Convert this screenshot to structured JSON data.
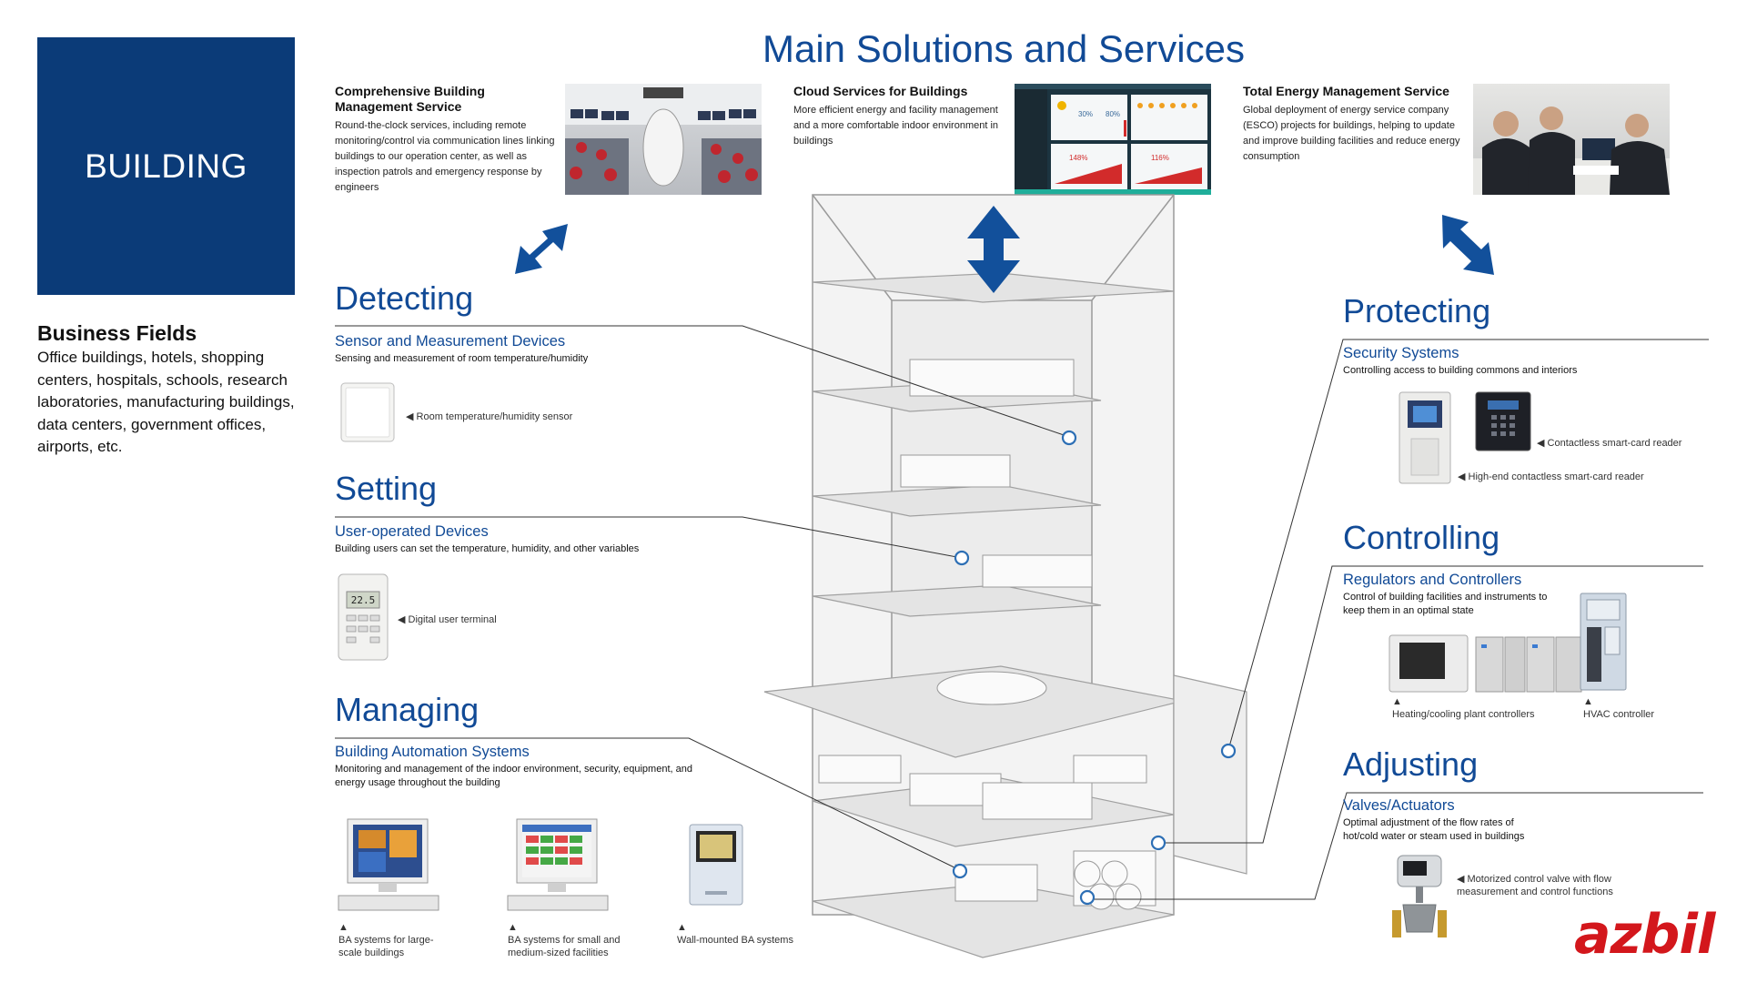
{
  "category_box": {
    "label": "BUILDING"
  },
  "business_fields": {
    "title": "Business Fields",
    "text": "Office buildings, hotels, shopping centers, hospitals, schools, research laboratories, manufacturing buildings, data centers, government offices, airports, etc."
  },
  "main_title": "Main Solutions and Services",
  "services": [
    {
      "title": "Comprehensive Building Management Service",
      "desc": "Round-the-clock services, including remote monitoring/control via communication lines linking buildings to our operation center, as well as inspection patrols and emergency response by engineers"
    },
    {
      "title": "Cloud Services for Buildings",
      "desc": "More efficient energy and facility management and a more comfortable indoor environment in buildings"
    },
    {
      "title": "Total Energy Management Service",
      "desc": "Global deployment of energy service company (ESCO) projects for buildings, helping to update and improve building facilities and reduce energy consumption"
    }
  ],
  "cloud_screen": {
    "values": [
      "30%",
      "80%",
      "148%",
      "116%"
    ]
  },
  "sections": {
    "detecting": {
      "heading": "Detecting",
      "subheading": "Sensor and Measurement Devices",
      "desc": "Sensing and measurement of room temperature/humidity",
      "captions": [
        "◀  Room temperature/humidity sensor"
      ]
    },
    "setting": {
      "heading": "Setting",
      "subheading": "User-operated Devices",
      "desc": "Building users can set the temperature, humidity, and other variables",
      "captions": [
        "◀  Digital user terminal"
      ],
      "terminal_display": "22.5"
    },
    "managing": {
      "heading": "Managing",
      "subheading": "Building Automation Systems",
      "desc": "Monitoring and management of the indoor environment, security, equipment, and energy usage throughout the building",
      "captions": [
        "BA systems for large-scale buildings",
        "BA systems for small and medium-sized facilities",
        "Wall-mounted BA systems"
      ],
      "caption_marker": "▲"
    },
    "protecting": {
      "heading": "Protecting",
      "subheading": "Security Systems",
      "desc": "Controlling access to building commons and interiors",
      "captions": [
        "◀  Contactless smart-card reader",
        "◀  High-end contactless smart-card reader"
      ]
    },
    "controlling": {
      "heading": "Controlling",
      "subheading": "Regulators and Controllers",
      "desc": "Control of building facilities and instruments to keep them in an optimal state",
      "captions": [
        "Heating/cooling plant controllers",
        "HVAC controller"
      ],
      "caption_marker": "▲"
    },
    "adjusting": {
      "heading": "Adjusting",
      "subheading": "Valves/Actuators",
      "desc": "Optimal adjustment of the flow rates of hot/cold water or steam used in buildings",
      "captions": [
        "◀  Motorized control valve with flow measurement and control functions"
      ]
    }
  },
  "logo": {
    "text": "azbil"
  },
  "colors": {
    "navy": "#0b3b78",
    "heading_blue": "#114a96",
    "logo_red": "#d3171c",
    "arrow_blue": "#12509b"
  }
}
